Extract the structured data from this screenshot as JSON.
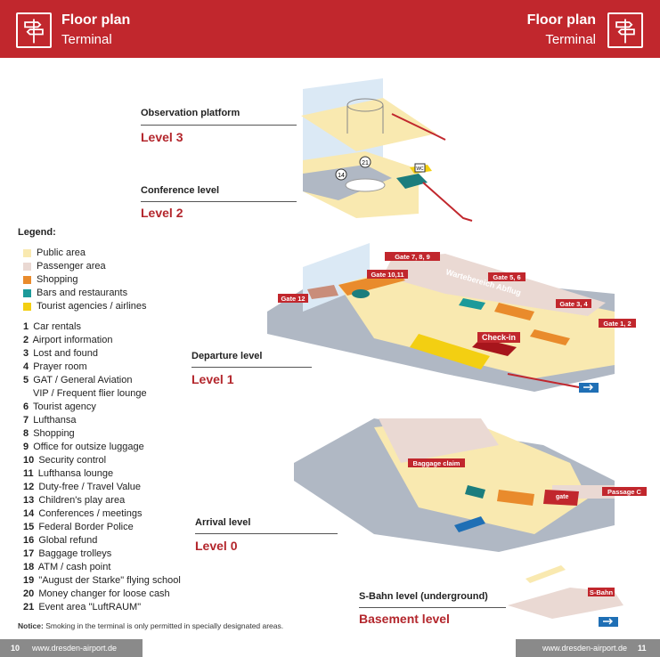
{
  "header": {
    "left_title": "Floor plan",
    "left_subtitle": "Terminal",
    "right_title": "Floor plan",
    "right_subtitle": "Terminal"
  },
  "levels": {
    "observation": {
      "name": "Observation platform",
      "level": "Level 3"
    },
    "conference": {
      "name": "Conference level",
      "level": "Level 2"
    },
    "departure": {
      "name": "Departure level",
      "level": "Level 1"
    },
    "arrival": {
      "name": "Arrival level",
      "level": "Level 0"
    },
    "sbahn": {
      "name": "S-Bahn level (underground)",
      "level": "Basement level"
    }
  },
  "legend": {
    "title": "Legend:",
    "categories": [
      {
        "label": "Public area",
        "color": "#f9e9b0"
      },
      {
        "label": "Passenger area",
        "color": "#ead9d3"
      },
      {
        "label": "Shopping",
        "color": "#e98b2c"
      },
      {
        "label": "Bars and restaurants",
        "color": "#1c9a9a"
      },
      {
        "label": "Tourist agencies / airlines",
        "color": "#f3cf12"
      }
    ],
    "items": [
      {
        "num": "1",
        "label": "Car rentals"
      },
      {
        "num": "2",
        "label": "Airport information"
      },
      {
        "num": "3",
        "label": "Lost and found"
      },
      {
        "num": "4",
        "label": "Prayer room"
      },
      {
        "num": "5",
        "label": "GAT / General Aviation"
      },
      {
        "num": "",
        "label": "VIP / Frequent flier lounge"
      },
      {
        "num": "6",
        "label": "Tourist agency"
      },
      {
        "num": "7",
        "label": "Lufthansa"
      },
      {
        "num": "8",
        "label": "Shopping"
      },
      {
        "num": "9",
        "label": "Office for outsize luggage"
      },
      {
        "num": "10",
        "label": "Security control"
      },
      {
        "num": "11",
        "label": "Lufthansa lounge"
      },
      {
        "num": "12",
        "label": "Duty-free / Travel Value"
      },
      {
        "num": "13",
        "label": "Children's play area"
      },
      {
        "num": "14",
        "label": "Conferences / meetings"
      },
      {
        "num": "15",
        "label": "Federal Border Police"
      },
      {
        "num": "16",
        "label": "Global refund"
      },
      {
        "num": "17",
        "label": "Baggage trolleys"
      },
      {
        "num": "18",
        "label": "ATM / cash point"
      },
      {
        "num": "19",
        "label": "\"August der Starke\" flying school"
      },
      {
        "num": "20",
        "label": "Money changer for loose cash"
      },
      {
        "num": "21",
        "label": "Event area \"LuftRAUM\""
      }
    ]
  },
  "notice": {
    "bold": "Notice:",
    "text": "Smoking in the terminal is only permitted in specially designated areas."
  },
  "footer": {
    "left_page": "10",
    "left_url": "www.dresden-airport.de",
    "right_url": "www.dresden-airport.de",
    "right_page": "11"
  },
  "map_labels": {
    "gate_12": "Gate 12",
    "gate_789": "Gate 7, 8, 9",
    "gate_1011": "Gate 10,11",
    "gate_56": "Gate 5, 6",
    "gate_34": "Gate 3, 4",
    "gate_12b": "Gate 1, 2",
    "checkin": "Check-in",
    "waiting": "Wartebereich Abflug",
    "baggage": "Baggage claim",
    "passage_c": "Passage C",
    "gate_arr": "gate",
    "sbahn": "S-Bahn",
    "wc": "WC"
  }
}
